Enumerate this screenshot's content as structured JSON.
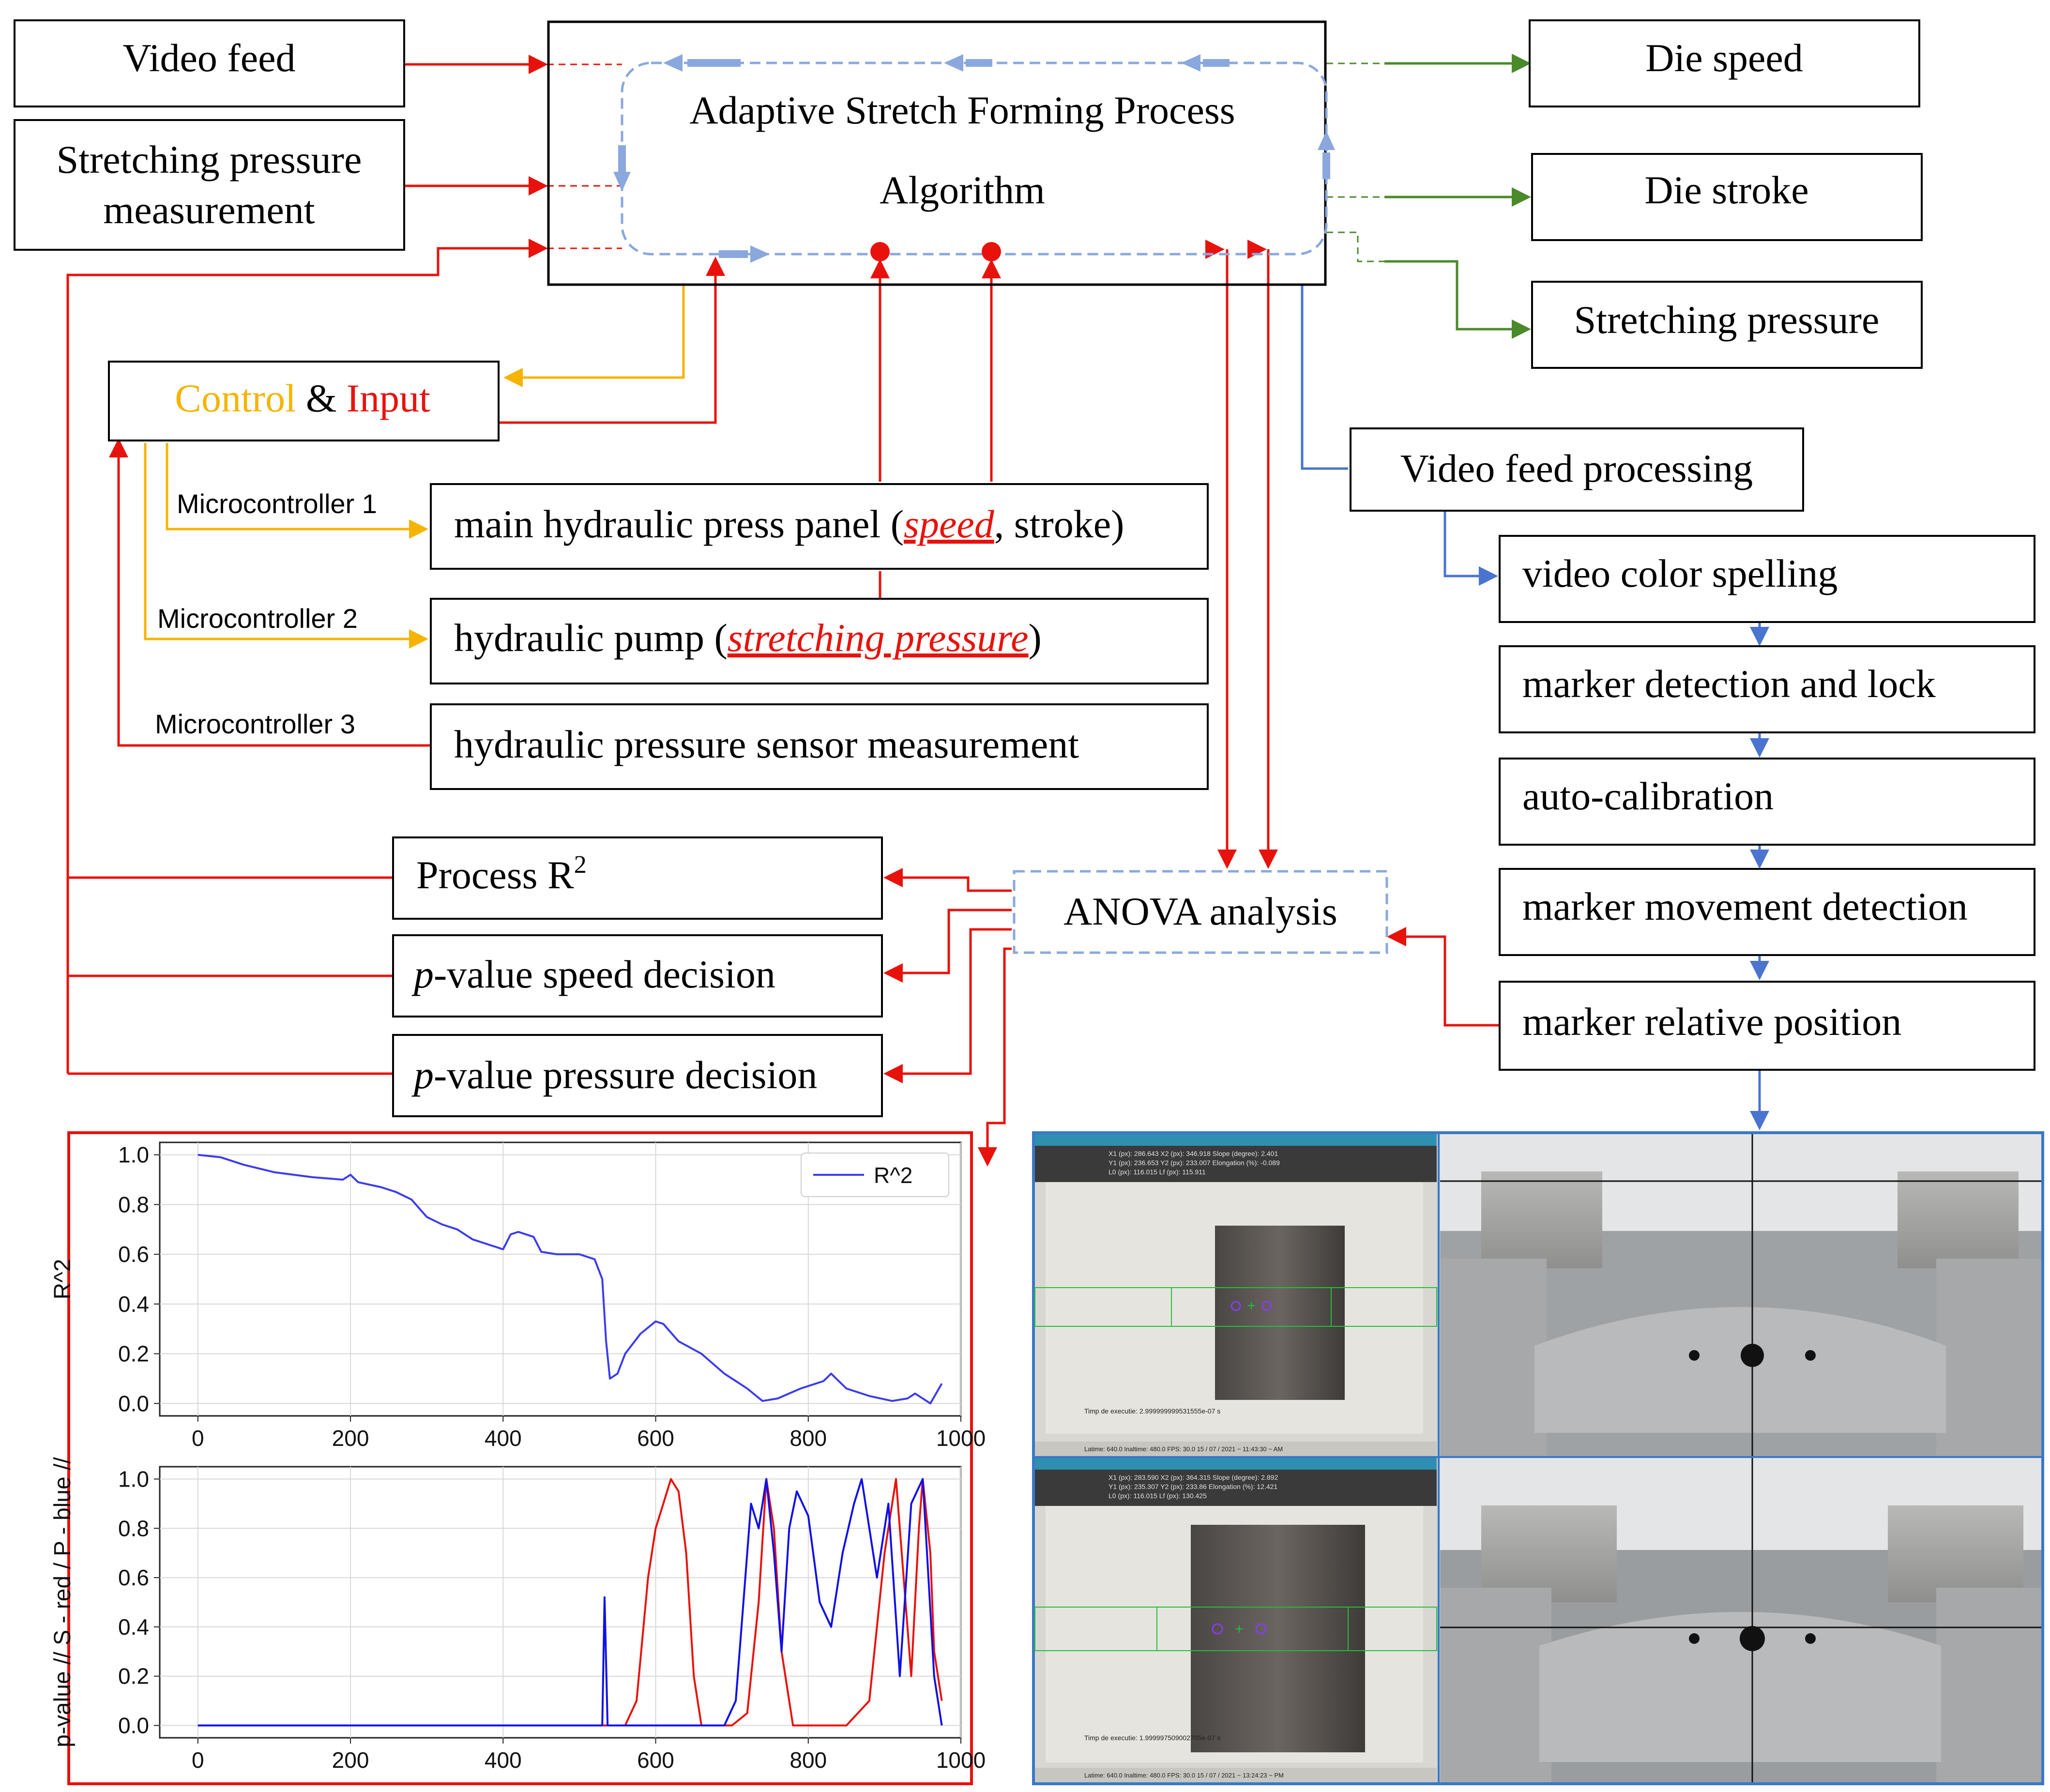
{
  "diagram": {
    "inputs": {
      "video_feed": "Video feed",
      "stretching_line1": "Stretching pressure",
      "stretching_line2": "measurement"
    },
    "algorithm": {
      "line1": "Adaptive Stretch Forming Process",
      "line2": "Algorithm"
    },
    "outputs": {
      "die_speed": "Die speed",
      "die_stroke": "Die stroke",
      "stretching_pressure": "Stretching pressure"
    },
    "control": {
      "control_word": "Control",
      "amp": "&",
      "input_word": "Input"
    },
    "microcontrollers": {
      "mc1": "Microcontroller 1",
      "mc2": "Microcontroller 2",
      "mc3": "Microcontroller 3"
    },
    "hardware": {
      "panel_prefix": "main hydraulic press panel (",
      "panel_speed": "speed",
      "panel_suffix": ", stroke)",
      "pump_prefix": "hydraulic pump (",
      "pump_em": "stretching pressure",
      "pump_suffix": ")",
      "sensor": "hydraulic pressure sensor measurement"
    },
    "video_processing": {
      "title": "Video feed processing",
      "steps": [
        "video color spelling",
        "marker detection and lock",
        "auto-calibration",
        "marker movement detection",
        "marker relative position"
      ]
    },
    "anova": {
      "label": "ANOVA analysis",
      "r2_prefix": "Process R",
      "r2_sup": "2",
      "p": "p",
      "speed_suffix": "-value speed decision",
      "pressure_suffix": "-value pressure decision"
    },
    "colors": {
      "red": "#e8120c",
      "yellow": "#f5b400",
      "green": "#4a8a2a",
      "blue": "#4a74d0",
      "dashed_blue": "#8aa8dd"
    }
  },
  "chart_data": [
    {
      "type": "line",
      "xlim": [
        -50,
        1000
      ],
      "ylim": [
        -0.05,
        1.05
      ],
      "xticks": [
        "0",
        "200",
        "400",
        "600",
        "800",
        "1000"
      ],
      "yticks": [
        "0.0",
        "0.2",
        "0.4",
        "0.6",
        "0.8",
        "1.0"
      ],
      "ylabel": "R^2",
      "legend": "top-right",
      "grid": true,
      "series": [
        {
          "name": "R^2",
          "color": "#3b3bf0",
          "x": [
            0,
            30,
            60,
            100,
            150,
            190,
            200,
            210,
            240,
            260,
            280,
            300,
            320,
            340,
            360,
            380,
            400,
            410,
            420,
            440,
            450,
            470,
            480,
            500,
            520,
            530,
            535,
            540,
            550,
            560,
            580,
            600,
            610,
            630,
            660,
            690,
            720,
            740,
            760,
            790,
            820,
            830,
            850,
            880,
            910,
            930,
            940,
            960,
            975
          ],
          "y": [
            1.0,
            0.99,
            0.96,
            0.93,
            0.91,
            0.9,
            0.92,
            0.89,
            0.87,
            0.85,
            0.82,
            0.75,
            0.72,
            0.7,
            0.66,
            0.64,
            0.62,
            0.68,
            0.69,
            0.67,
            0.61,
            0.6,
            0.6,
            0.6,
            0.58,
            0.5,
            0.25,
            0.1,
            0.12,
            0.2,
            0.28,
            0.33,
            0.32,
            0.25,
            0.2,
            0.12,
            0.06,
            0.01,
            0.02,
            0.06,
            0.09,
            0.12,
            0.06,
            0.03,
            0.01,
            0.02,
            0.04,
            0.0,
            0.08
          ]
        }
      ]
    },
    {
      "type": "line",
      "xlim": [
        -50,
        1000
      ],
      "ylim": [
        -0.05,
        1.05
      ],
      "xticks": [
        "0",
        "200",
        "400",
        "600",
        "800",
        "1000"
      ],
      "yticks": [
        "0.0",
        "0.2",
        "0.4",
        "0.6",
        "0.8",
        "1.0"
      ],
      "ylabel": "p-value // S - red / P - blue //",
      "grid": true,
      "series": [
        {
          "color": "#e8120c",
          "x": [
            0,
            560,
            575,
            590,
            600,
            610,
            620,
            630,
            640,
            650,
            660,
            700,
            720,
            735,
            745,
            755,
            765,
            780,
            800,
            850,
            880,
            890,
            900,
            910,
            915,
            925,
            935,
            945,
            950,
            960,
            965,
            975
          ],
          "y": [
            0.0,
            0.0,
            0.1,
            0.6,
            0.8,
            0.9,
            1.0,
            0.95,
            0.7,
            0.2,
            0.0,
            0.0,
            0.05,
            0.5,
            1.0,
            0.8,
            0.3,
            0.0,
            0.0,
            0.0,
            0.1,
            0.4,
            0.7,
            0.9,
            1.0,
            0.6,
            0.2,
            0.8,
            1.0,
            0.7,
            0.3,
            0.1
          ]
        },
        {
          "color": "#1010e8",
          "x": [
            0,
            530,
            533,
            537,
            545,
            690,
            705,
            715,
            725,
            735,
            745,
            755,
            765,
            775,
            785,
            800,
            815,
            830,
            845,
            860,
            870,
            880,
            890,
            905,
            920,
            935,
            950,
            965,
            975
          ],
          "y": [
            0.0,
            0.0,
            0.52,
            0.0,
            0.0,
            0.0,
            0.1,
            0.5,
            0.9,
            0.8,
            1.0,
            0.7,
            0.3,
            0.8,
            0.95,
            0.85,
            0.5,
            0.4,
            0.7,
            0.9,
            1.0,
            0.8,
            0.6,
            0.9,
            0.2,
            0.9,
            1.0,
            0.2,
            0.0
          ]
        }
      ]
    }
  ],
  "screens": {
    "top": {
      "readout_line1": "X1 (px): 286.643      X2 (px): 346.918      Slope (degree): 2.401",
      "readout_line2": "Y1 (px): 236.653      Y2 (px): 233.007      Elongation (%): -0.089",
      "readout_line3": "L0 (px): 116.015                    Lf (px): 115.911",
      "exec": "Timp de executie: 2.999999999531555e-07 s",
      "status": "Latime: 640.0    Inaltime: 480.0    FPS: 30.0        15 / 07 / 2021 ~ 11:43:30 ~ AM"
    },
    "bottom": {
      "readout_line1": "X1 (px): 283.590      X2 (px): 364.315      Slope (degree): 2.892",
      "readout_line2": "Y1 (px): 235.307      Y2 (px): 233.86       Elongation (%): 12.421",
      "readout_line3": "L0 (px): 116.015                    Lf (px): 130.425",
      "exec": "Timp de executie: 1.999997509002705e-07 s",
      "status": "Latime: 640.0    Inaltime: 480.0    FPS: 30.0        15 / 07 / 2021 ~ 13:24:23 ~ PM"
    }
  }
}
